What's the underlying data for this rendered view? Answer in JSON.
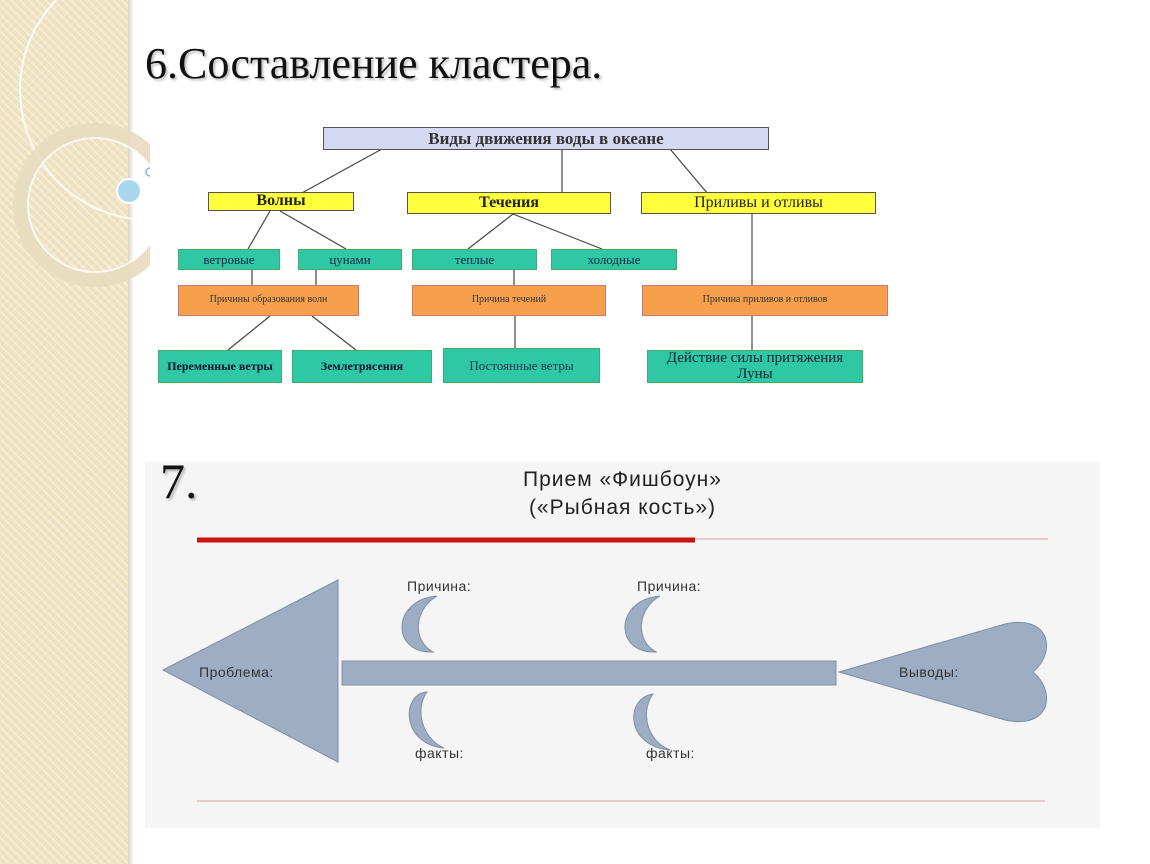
{
  "slide": {
    "title": "6.Составление кластера.",
    "number": "7."
  },
  "cluster": {
    "root": "Виды движения воды в океане",
    "branches": [
      {
        "label": "Волны",
        "types": [
          "ветровые",
          "цунами"
        ],
        "cause": "Причины образования волн",
        "results": [
          "Переменные ветры",
          "Землетрясения"
        ]
      },
      {
        "label": "Течения",
        "types": [
          "теплые",
          "холодные"
        ],
        "cause": "Причина течений",
        "results": [
          "Постоянные ветры"
        ]
      },
      {
        "label": "Приливы и отливы",
        "cause": "Причина приливов и отливов",
        "results": [
          "Действие силы притяжения Луны"
        ]
      }
    ],
    "colors": {
      "root": "#d4d8f0",
      "level1": "#ffff3c",
      "types": "#2ec9a4",
      "cause": "#f7a04c"
    }
  },
  "fishbone": {
    "title": "Прием «Фишбоун»",
    "subtitle": "(«Рыбная кость»)",
    "head_label": "Проблема:",
    "tail_label": "Выводы:",
    "top_labels": [
      "Причина:",
      "Причина:"
    ],
    "bottom_labels": [
      "факты:",
      "факты:"
    ],
    "colors": {
      "shape": "#9daec4",
      "accent_line": "#cc1111"
    }
  }
}
